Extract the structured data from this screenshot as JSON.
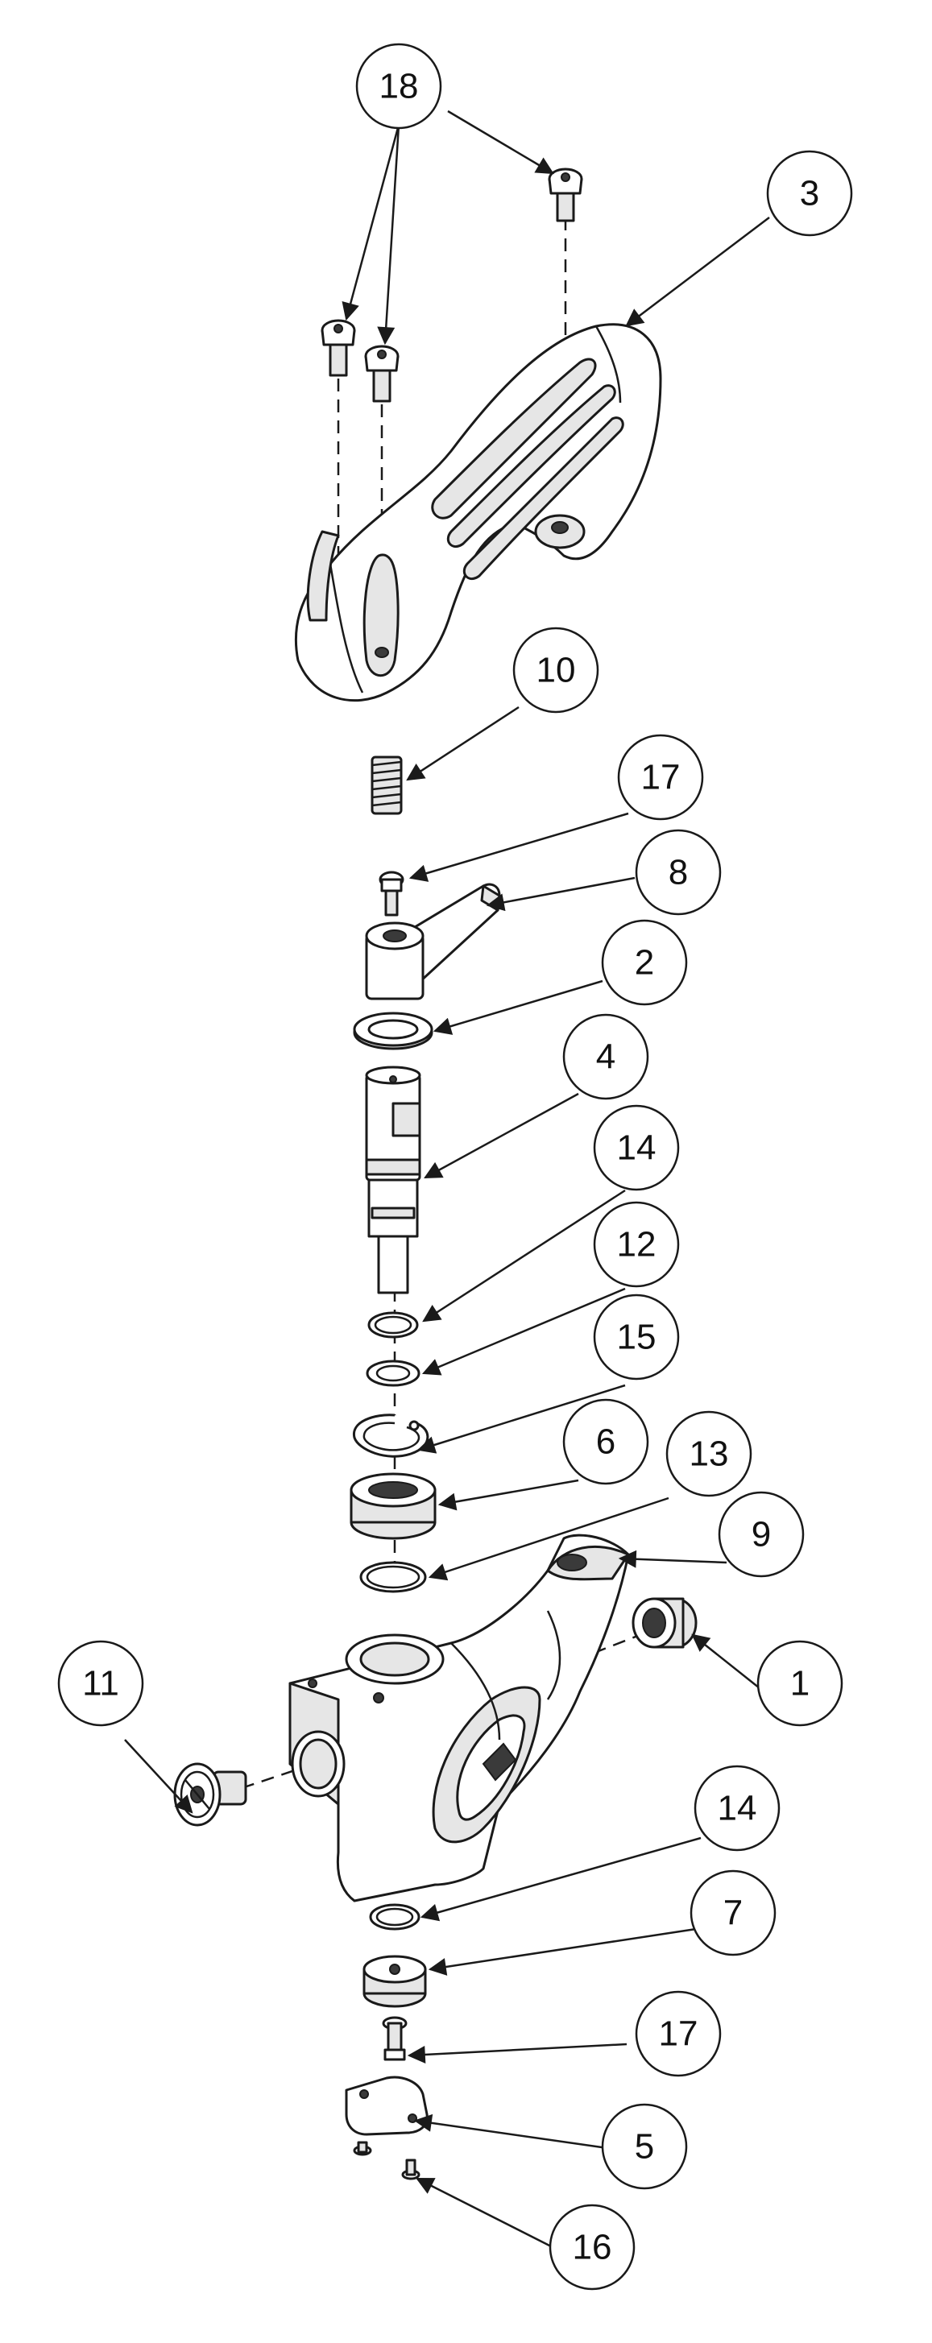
{
  "callouts": [
    {
      "id": "c18",
      "label": "18"
    },
    {
      "id": "c3",
      "label": "3"
    },
    {
      "id": "c10",
      "label": "10"
    },
    {
      "id": "c17a",
      "label": "17"
    },
    {
      "id": "c8",
      "label": "8"
    },
    {
      "id": "c2",
      "label": "2"
    },
    {
      "id": "c4",
      "label": "4"
    },
    {
      "id": "c14a",
      "label": "14"
    },
    {
      "id": "c12",
      "label": "12"
    },
    {
      "id": "c15",
      "label": "15"
    },
    {
      "id": "c6",
      "label": "6"
    },
    {
      "id": "c13",
      "label": "13"
    },
    {
      "id": "c9",
      "label": "9"
    },
    {
      "id": "c1",
      "label": "1"
    },
    {
      "id": "c11",
      "label": "11"
    },
    {
      "id": "c14b",
      "label": "14"
    },
    {
      "id": "c7",
      "label": "7"
    },
    {
      "id": "c17b",
      "label": "17"
    },
    {
      "id": "c5",
      "label": "5"
    },
    {
      "id": "c16",
      "label": "16"
    }
  ]
}
